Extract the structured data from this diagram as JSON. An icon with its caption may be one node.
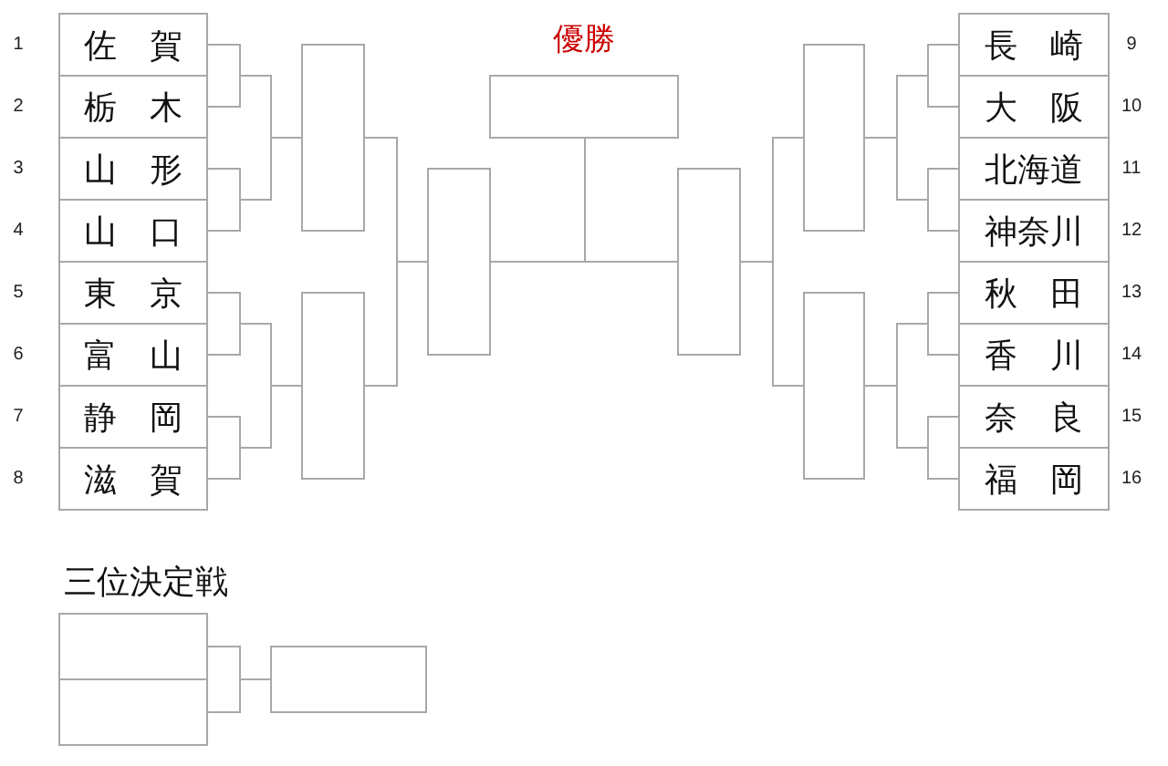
{
  "diagram": {
    "nodes": [
      {
        "text": [
          "佐　賀"
        ],
        "beside": [
          "1"
        ]
      },
      {
        "text": [
          "栃　木"
        ],
        "beside": [
          "2"
        ]
      },
      {
        "text": [
          "山　形"
        ],
        "beside": [
          "3"
        ]
      },
      {
        "text": [
          "山　口"
        ],
        "beside": [
          "4"
        ]
      },
      {
        "text": [
          "東　京"
        ],
        "beside": [
          "5"
        ]
      },
      {
        "text": [
          "富　山"
        ],
        "beside": [
          "6"
        ]
      },
      {
        "text": [
          "静　岡"
        ],
        "beside": [
          "7"
        ]
      },
      {
        "text": [
          "滋　賀"
        ],
        "beside": [
          "8"
        ]
      },
      {
        "text": [
          "長　崎"
        ],
        "beside": [
          "9"
        ]
      },
      {
        "text": [
          "大　阪"
        ],
        "beside": [
          "10"
        ]
      },
      {
        "text": [
          "北海道"
        ],
        "beside": [
          "11"
        ]
      },
      {
        "text": [
          "神奈川"
        ],
        "beside": [
          "12"
        ]
      },
      {
        "text": [
          "秋　田"
        ],
        "beside": [
          "13"
        ]
      },
      {
        "text": [
          "香　川"
        ],
        "beside": [
          "14"
        ]
      },
      {
        "text": [
          "奈　良"
        ],
        "beside": [
          "15"
        ]
      },
      {
        "text": [
          "福　岡"
        ],
        "beside": [
          "16"
        ]
      },
      {
        "text": [],
        "shape": "box"
      },
      {
        "text": [],
        "shape": "box"
      },
      {
        "text": [],
        "shape": "box"
      },
      {
        "text": [
          "優勝"
        ]
      },
      {
        "text": [],
        "shape": "box"
      },
      {
        "text": [],
        "shape": "box"
      },
      {
        "text": [],
        "shape": "box"
      },
      {
        "text": [],
        "shape": "box"
      },
      {
        "text": [],
        "shape": "box"
      },
      {
        "text": [],
        "shape": "box"
      }
    ],
    "edges": [
      {
        "from": 0,
        "to": 16,
        "arrow": "none"
      },
      {
        "from": 1,
        "to": 16,
        "arrow": "none"
      },
      {
        "from": 2,
        "to": 16,
        "arrow": "none"
      },
      {
        "from": 3,
        "to": 16,
        "arrow": "none"
      },
      {
        "from": 4,
        "to": 17,
        "arrow": "none"
      },
      {
        "from": 5,
        "to": 17,
        "arrow": "none"
      },
      {
        "from": 6,
        "to": 17,
        "arrow": "none"
      },
      {
        "from": 7,
        "to": 17,
        "arrow": "none"
      },
      {
        "from": 16,
        "to": 18,
        "arrow": "none"
      },
      {
        "from": 17,
        "to": 18,
        "arrow": "none"
      },
      {
        "from": 18,
        "to": 19,
        "arrow": "none"
      },
      {
        "from": 20,
        "to": 19,
        "arrow": "none"
      },
      {
        "from": 21,
        "to": 20,
        "arrow": "none"
      },
      {
        "from": 22,
        "to": 20,
        "arrow": "none"
      },
      {
        "from": 8,
        "to": 21,
        "arrow": "none"
      },
      {
        "from": 9,
        "to": 21,
        "arrow": "none"
      },
      {
        "from": 10,
        "to": 21,
        "arrow": "none"
      },
      {
        "from": 11,
        "to": 21,
        "arrow": "none"
      },
      {
        "from": 12,
        "to": 22,
        "arrow": "none"
      },
      {
        "from": 13,
        "to": 22,
        "arrow": "none"
      },
      {
        "from": 14,
        "to": 22,
        "arrow": "none"
      },
      {
        "from": 15,
        "to": 22,
        "arrow": "none"
      },
      {
        "from": 23,
        "to": 25,
        "arrow": "none"
      },
      {
        "from": 24,
        "to": 25,
        "arrow": "none"
      }
    ],
    "labels": [
      "三位決定戦"
    ]
  }
}
